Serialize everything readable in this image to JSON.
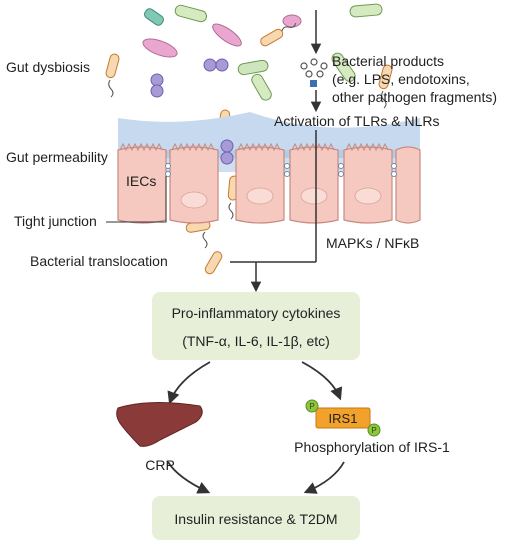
{
  "labels": {
    "gut_dysbiosis": "Gut dysbiosis",
    "gut_permeability": "Gut permeability",
    "iecs": "IECs",
    "tight_junction": "Tight junction",
    "bacterial_translocation": "Bacterial translocation",
    "bacterial_products_line1": "Bacterial products",
    "bacterial_products_line2": "(e.g. LPS, endotoxins,",
    "bacterial_products_line3": "other pathogen fragments)",
    "activation": "Activation of TLRs & NLRs",
    "mapks": "MAPKs / NFκB",
    "crp": "CRP",
    "irs1": "IRS1",
    "phospho_badge": "P",
    "phosphorylation": "Phosphorylation of IRS-1"
  },
  "boxes": {
    "cytokines_line1": "Pro-inflammatory cytokines",
    "cytokines_line2": "(TNF-α, IL-6, IL-1β, etc)",
    "outcome": "Insulin resistance & T2DM"
  },
  "colors": {
    "box_fill": "#e8efd9",
    "cell_fill": "#f6c9c0",
    "cell_stroke": "#c98a80",
    "mucus": "#c6d9ee",
    "irs1_fill": "#f2a12a",
    "phospho_fill": "#8cc63f",
    "liver": "#8b3a3a",
    "arrow": "#333333"
  },
  "icons": [
    "bacterium-icon",
    "liver-icon",
    "phosphate-icon",
    "tight-junction-icon",
    "bacterial-products-icon"
  ]
}
